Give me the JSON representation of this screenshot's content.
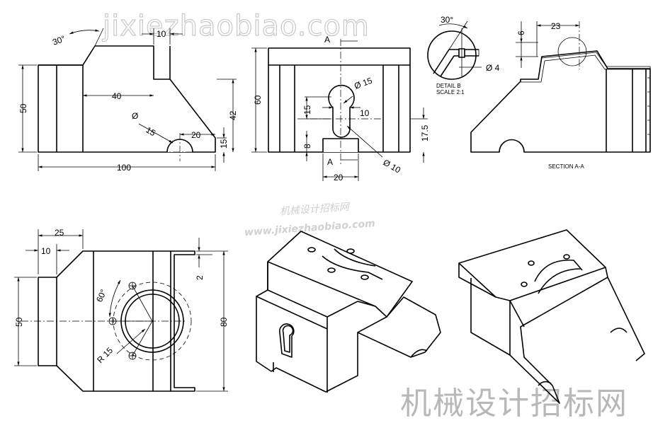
{
  "watermarks": {
    "top": "jixiezhaobiao.com",
    "middle_cn": "机械设计招标网",
    "middle_url": "www.jixiezhaobiao.com",
    "bottom": "机械设计招标网"
  },
  "front_view": {
    "dim_angle": "30°",
    "dim_top_slot": "10",
    "dim_step": "40",
    "dim_height_left": "50",
    "dim_right_height": "42",
    "dim_right_low": "15",
    "dim_hole_dia_symbol": "Ø",
    "dim_hole_dia": "15",
    "dim_hole_offset": "20",
    "dim_overall_length": "100"
  },
  "side_view": {
    "section_label_top": "A",
    "section_label_bottom": "A",
    "dim_height": "60",
    "dim_keyhole_dia": "Ø 15",
    "dim_keyhole_len": "15",
    "dim_keyhole_width": "10",
    "dim_bottom_notch_h": "8",
    "dim_hole_height": "17.5",
    "dim_notch_width": "20",
    "dim_small_dia": "Ø 10"
  },
  "detail": {
    "angle": "30°",
    "dia": "Ø 4",
    "title": "DETAIL  B",
    "scale": "SCALE  2:1"
  },
  "section_view": {
    "dim_height": "6",
    "dim_width": "23",
    "title": "SECTION  A-A"
  },
  "top_view": {
    "dim_offset_25": "25",
    "dim_offset_10": "10",
    "dim_thickness": "2",
    "dim_height": "50",
    "dim_overall": "80",
    "dim_angle": "60°",
    "dim_radius": "R 15"
  }
}
